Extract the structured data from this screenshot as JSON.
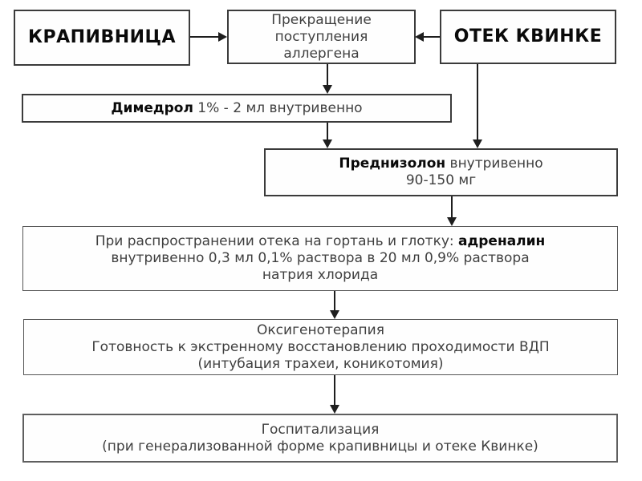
{
  "colors": {
    "background": "#ffffff",
    "box_fill": "#fefefe",
    "border": "#3b3b3b",
    "connector": "#1e1e1e",
    "text": "#3f3f3f",
    "bold_text": "#0a0a0a"
  },
  "nodes": {
    "urticaria": {
      "label": "КРАПИВНИЦА"
    },
    "stop_allergen": {
      "lines": [
        "Прекращение",
        "поступления",
        "аллергена"
      ]
    },
    "quincke": {
      "label": "ОТЕК КВИНКЕ"
    },
    "dimedrol": {
      "bold": "Димедрол",
      "rest": " 1% - 2 мл внутривенно"
    },
    "prednisolone": {
      "bold": "Преднизолон",
      "rest": " внутривенно",
      "line2": "90-150 мг"
    },
    "adrenaline": {
      "line1_regular": "При распространении отека на гортань и глотку: ",
      "line1_bold": "адреналин",
      "line2": "внутривенно 0,3 мл 0,1% раствора в 20 мл 0,9% раствора",
      "line3": "натрия хлорида"
    },
    "oxygen": {
      "lines": [
        "Оксигенотерапия",
        "Готовность к экстренному восстановлению проходимости ВДП",
        "(интубация трахеи, коникотомия)"
      ]
    },
    "hospitalization": {
      "lines": [
        "Госпитализация",
        "(при генерализованной форме крапивницы и отеке Квинке)"
      ]
    }
  }
}
